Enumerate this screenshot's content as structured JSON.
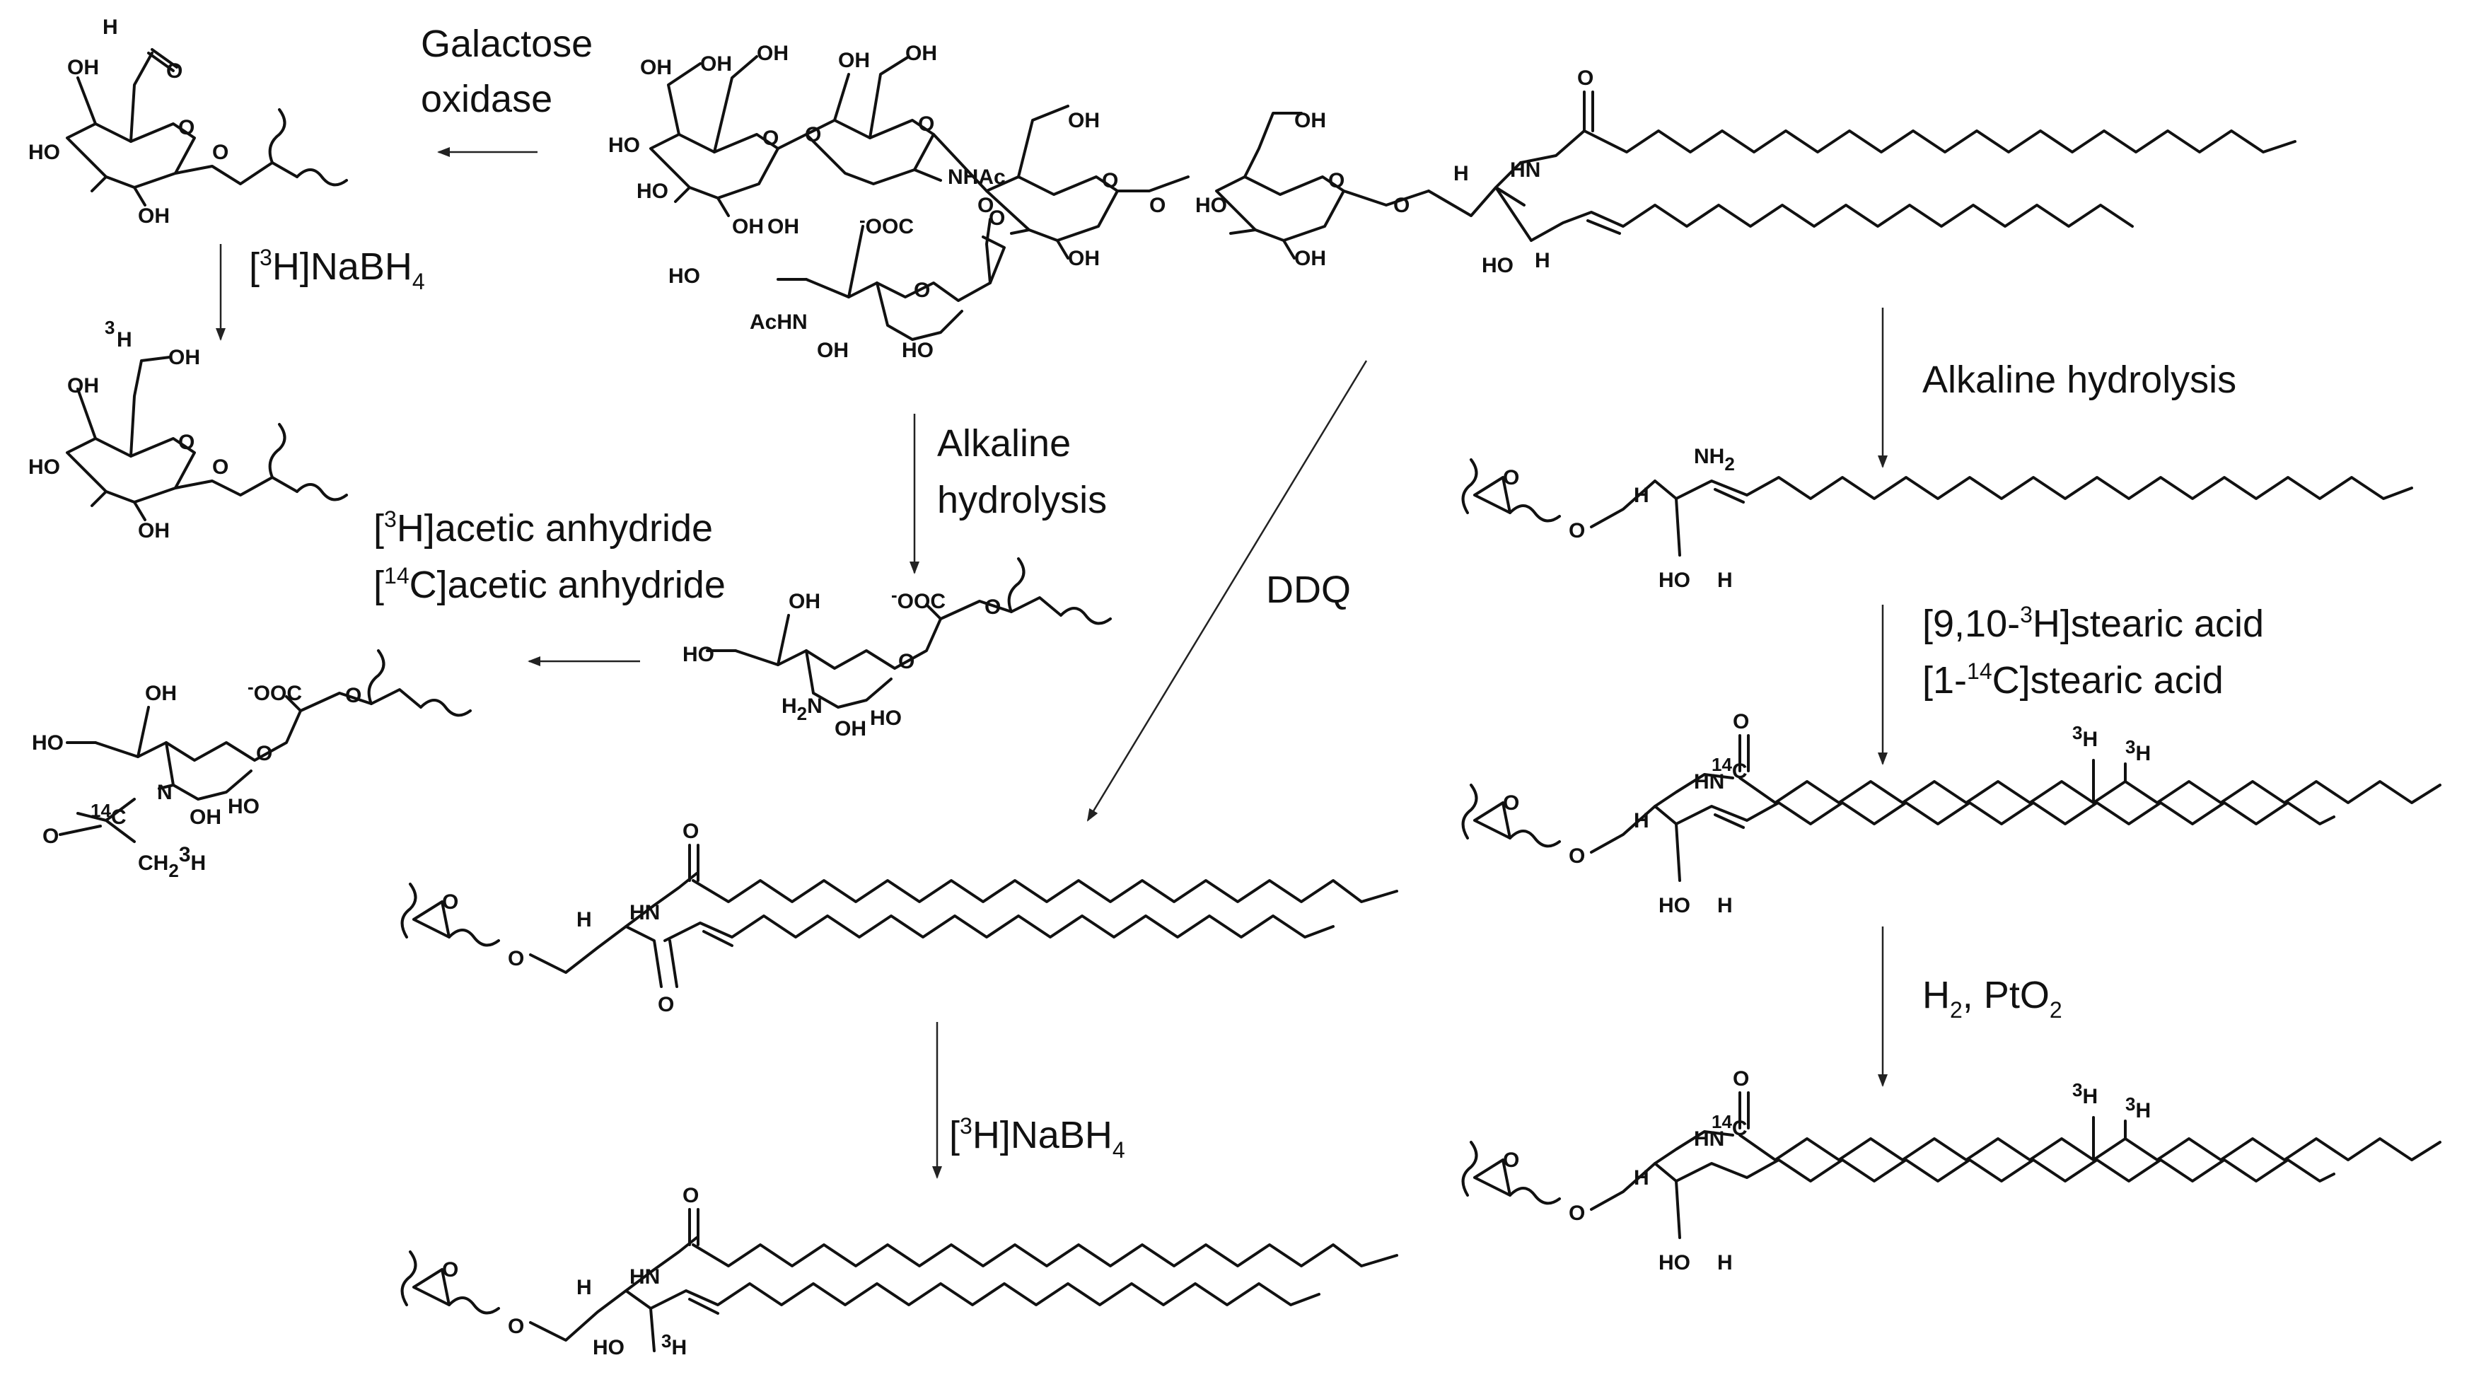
{
  "title": "",
  "reagents": {
    "galactose_oxidase": [
      "Galactose",
      "oxidase"
    ],
    "nabh4_top": {
      "pre": "[",
      "iso": "3",
      "mid": "H]NaBH",
      "sub": "4"
    },
    "acetic_anhydride": [
      {
        "pre": "[",
        "iso": "3",
        "rest": "H]acetic anhydride"
      },
      {
        "pre": "[",
        "iso": "14",
        "rest": "C]acetic anhydride"
      }
    ],
    "alkaline_hydrolysis_center": [
      "Alkaline",
      "hydrolysis"
    ],
    "ddq": "DDQ",
    "nabh4_bottom": {
      "pre": "[",
      "iso": "3",
      "mid": "H]NaBH",
      "sub": "4"
    },
    "alkaline_hydrolysis_right": "Alkaline hydrolysis",
    "stearic_acid": [
      {
        "pre": "[9,10-",
        "iso": "3",
        "rest": "H]stearic acid"
      },
      {
        "pre": "[1-",
        "iso": "14",
        "rest": "C]stearic acid"
      }
    ],
    "hydrogenation": {
      "h": "H",
      "sub": "2",
      "rest": ", PtO",
      "sub2": "2"
    }
  },
  "atoms": {
    "oh": "OH",
    "o": "O",
    "h": "H",
    "ho": "HO",
    "nh": "HN",
    "nhac": "NHAc",
    "achn": "AcHN",
    "ooc": "OOC",
    "minus": "-",
    "nh2": "NH",
    "two": "2",
    "h2n": "H",
    "n": "N",
    "c": "C",
    "ch2": "CH",
    "t3": "3",
    "c14": "14"
  },
  "colors": {
    "ink": "#111111",
    "background": "#ffffff"
  }
}
